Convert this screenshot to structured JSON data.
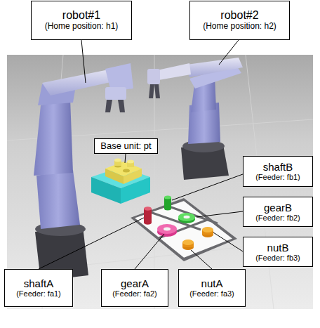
{
  "diagram": {
    "nodes": [
      {
        "text": [
          "robot#1",
          "(Home position: h1)"
        ]
      },
      {
        "text": [
          "robot#2",
          "(Home position: h2)"
        ]
      },
      {
        "text": [
          "Base unit: pt"
        ]
      },
      {
        "text": [
          "shaftB",
          "(Feeder: fb1)"
        ]
      },
      {
        "text": [
          "gearB",
          "(Feeder: fb2)"
        ]
      },
      {
        "text": [
          "nutB",
          "(Feeder: fb3)"
        ]
      },
      {
        "text": [
          "shaftA",
          "(Feeder: fa1)"
        ]
      },
      {
        "text": [
          "gearA",
          "(Feeder: fa2)"
        ]
      },
      {
        "text": [
          "nutA",
          "(Feeder: fa3)"
        ]
      }
    ]
  }
}
